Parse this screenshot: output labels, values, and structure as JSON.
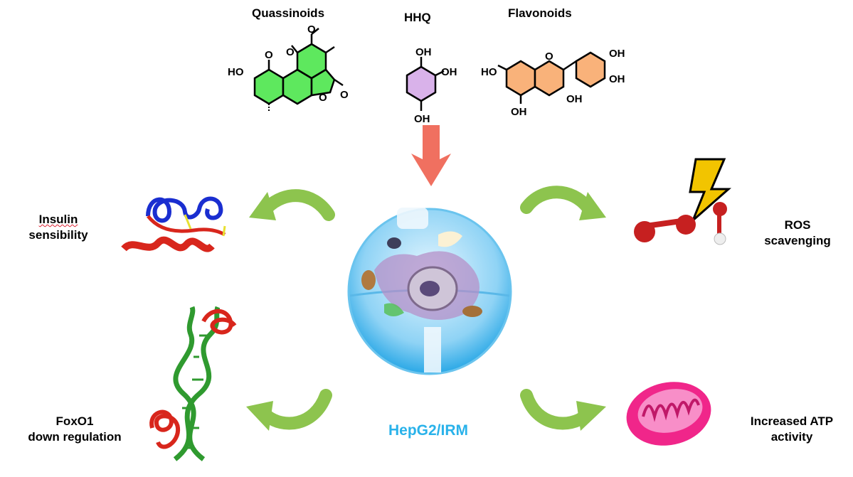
{
  "compounds": {
    "quassinoids": "Quassinoids",
    "hhq": "HHQ",
    "flavonoids": "Flavonoids"
  },
  "center": {
    "label": "HepG2/IRM"
  },
  "effects": {
    "insulin": {
      "line1": "Insulin",
      "line2": "sensibility"
    },
    "ros": {
      "line1": "ROS",
      "line2": "scavenging"
    },
    "foxo1": {
      "line1": "FoxO1",
      "line2": "down regulation"
    },
    "atp": {
      "line1": "Increased ATP",
      "line2": "activity"
    }
  },
  "atoms": {
    "o": "O",
    "ho": "HO",
    "oh": "OH"
  },
  "colors": {
    "ring_green": "#5ee85e",
    "ring_purple": "#d9b2ea",
    "ring_orange": "#f9b27a",
    "arrow_green": "#8dc44e",
    "arrow_salmon": "#f07060",
    "center_blue": "#29b2ea",
    "protein_red": "#d8261c",
    "protein_blue": "#1a2ed0",
    "dna_green": "#2f9a2f",
    "mito_pink": "#f0268a"
  }
}
